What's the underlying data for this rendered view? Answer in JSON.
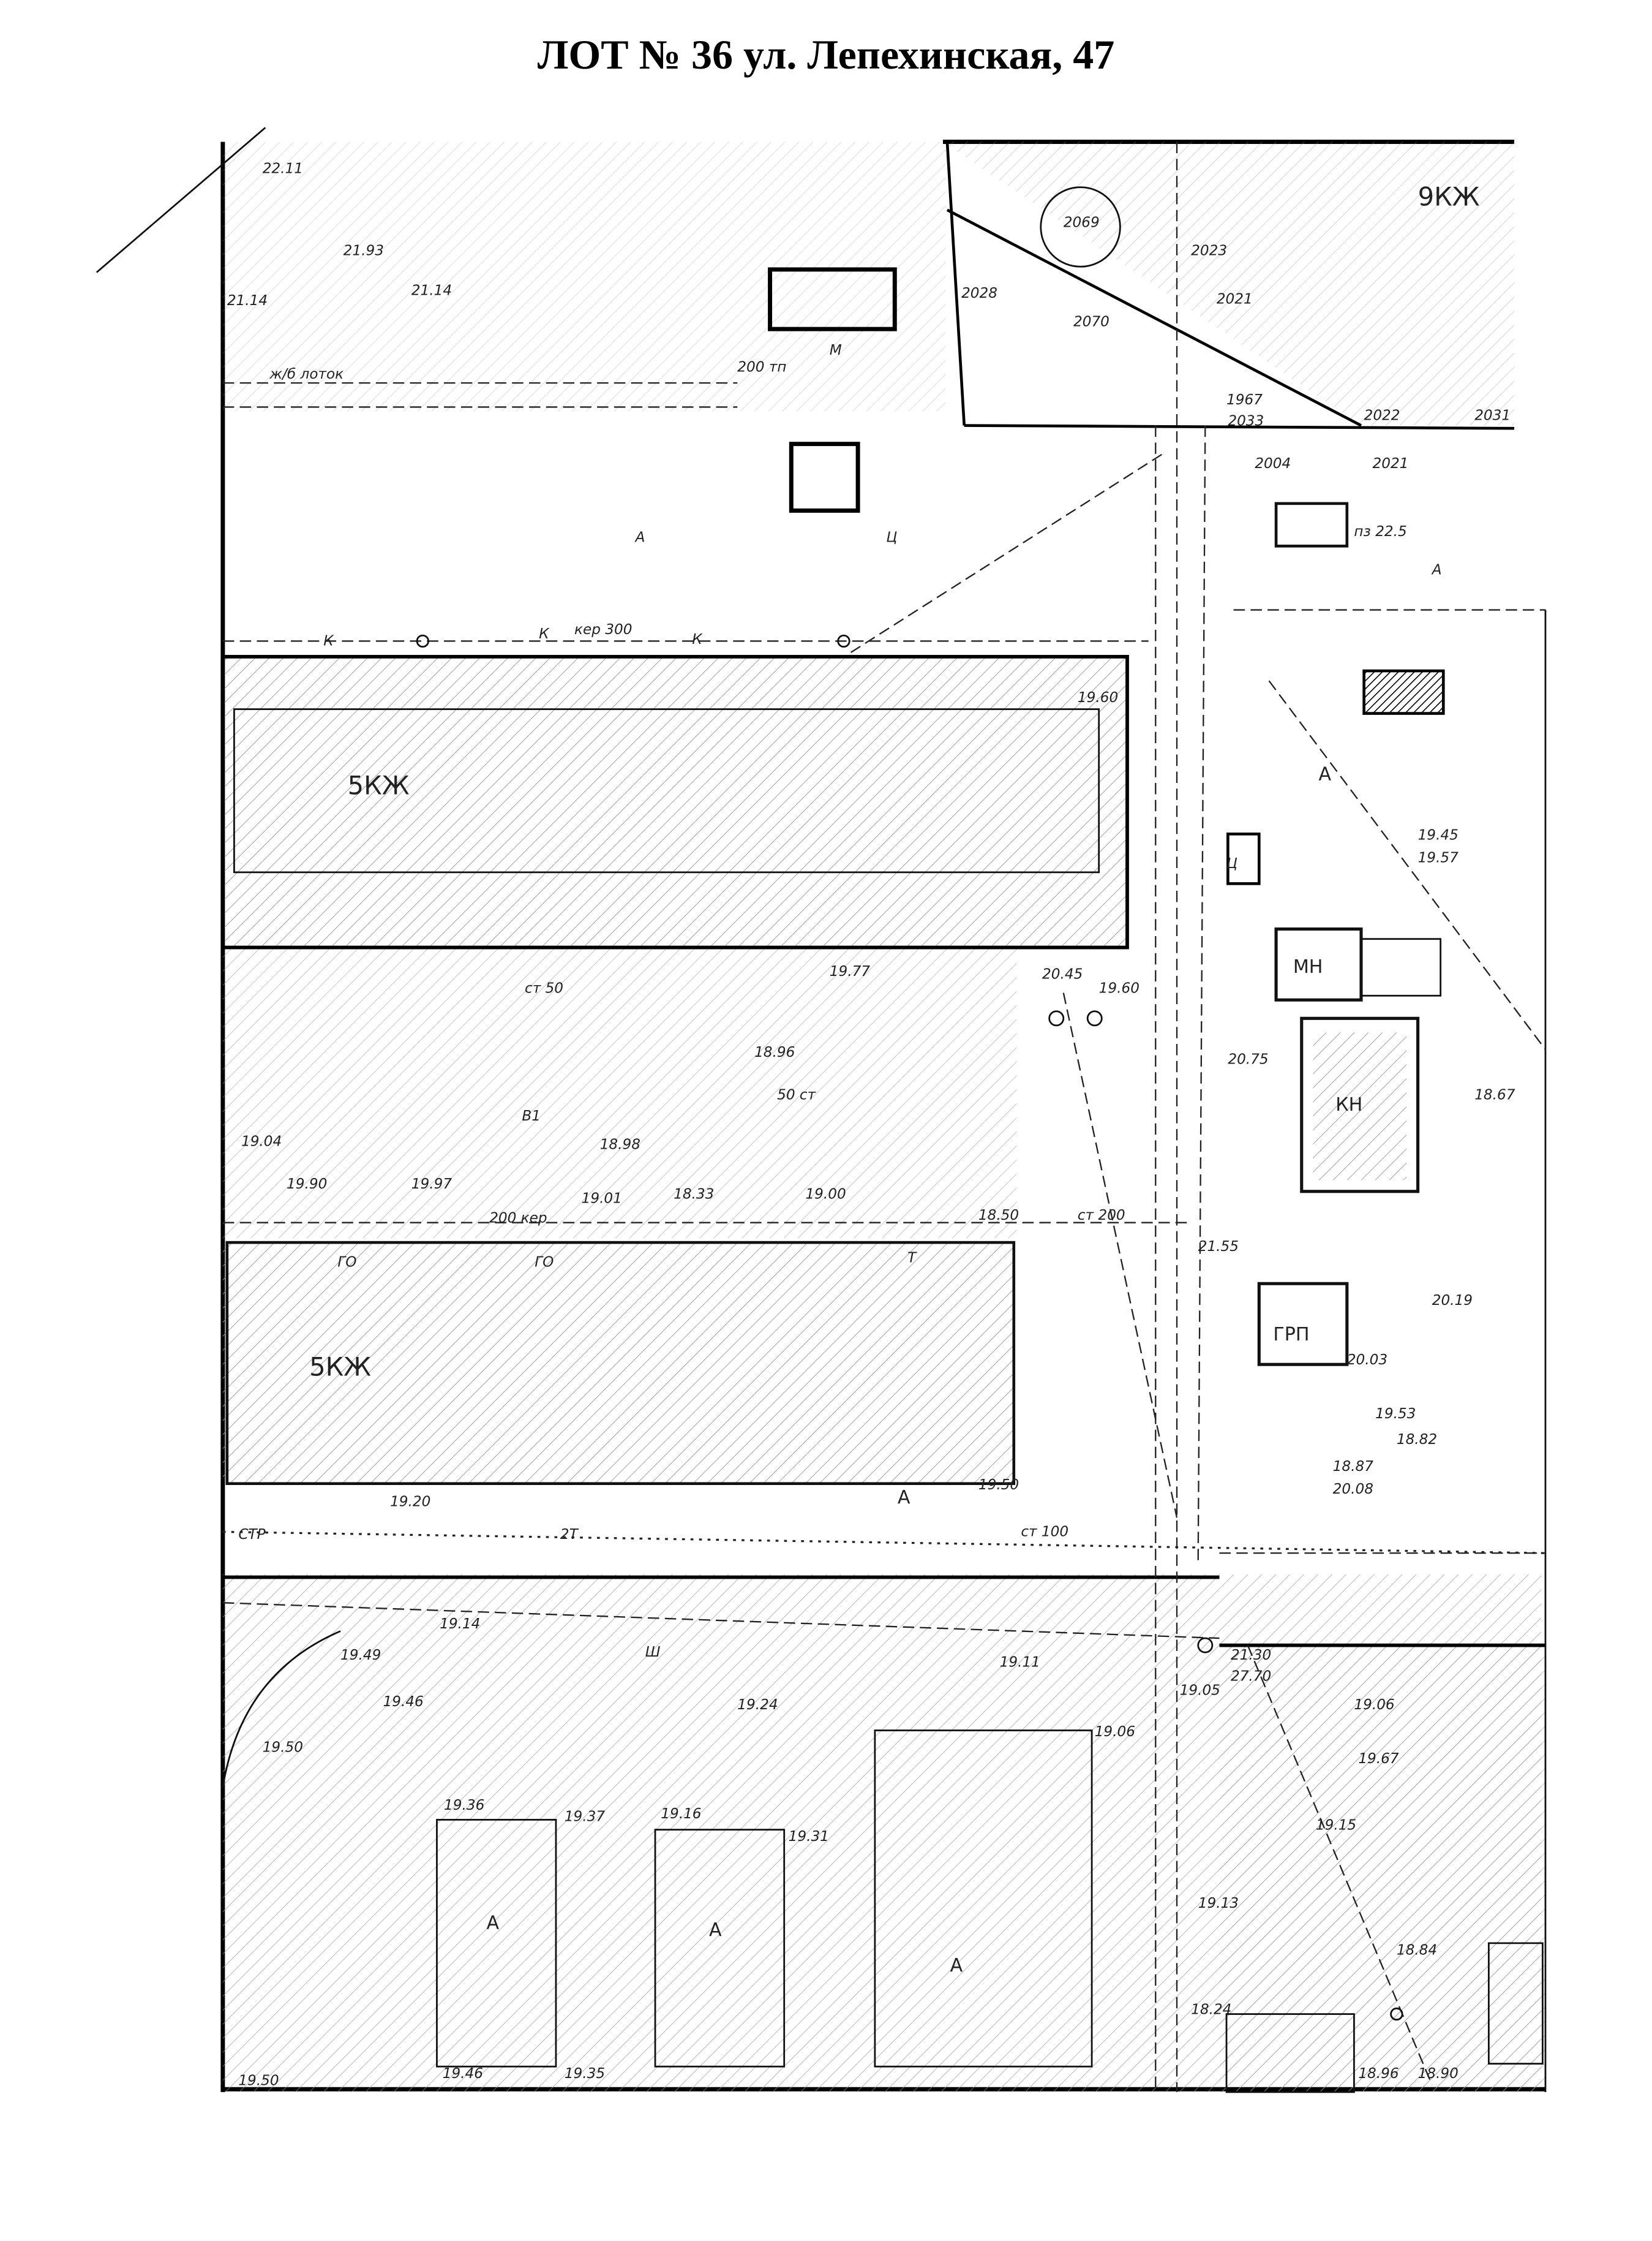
{
  "title": "ЛОТ № 36 ул. Лепехинская, 47",
  "buildings": {
    "upper_residential": "5КЖ",
    "lower_residential": "5КЖ",
    "top_right": "9КЖ",
    "mn": "МН",
    "kn": "КН",
    "grp": "ГРП"
  },
  "labels": [
    "22.11",
    "21.93",
    "21.14",
    "21.14",
    "ж/б лоток",
    "200 тп",
    "М",
    "2069",
    "2023",
    "2021",
    "2028",
    "2070",
    "1967",
    "2033",
    "2022",
    "2031",
    "2004",
    "2021",
    "пз 22.5",
    "А",
    "Ц",
    "А",
    "Ц",
    "кер 300",
    "К",
    "К",
    "К",
    "19.60",
    "19.60",
    "19.50",
    "ст 50",
    "19.77",
    "20.45",
    "50 ст",
    "18.96",
    "18.98",
    "В1",
    "19.04",
    "19.90",
    "19.97",
    "19.01",
    "18.33",
    "19.00",
    "200 кер",
    "ГО",
    "ГО",
    "Т",
    "18.50",
    "ст 200",
    "21.55",
    "20.19",
    "20.03",
    "19.53",
    "18.82",
    "18.87",
    "20.08",
    "19.20",
    "СТР",
    "2Т",
    "ст 100",
    "19.14",
    "19.49",
    "19.46",
    "19.50",
    "19.24",
    "19.11",
    "Ш",
    "19.06",
    "19.36",
    "19.37",
    "19.16",
    "19.31",
    "19.46",
    "19.35",
    "19.50",
    "18.67",
    "19.57",
    "20.75",
    "19.45",
    "А",
    "А",
    "А",
    "А",
    "А",
    "21.30",
    "27.70",
    "19.05",
    "19.06",
    "19.67",
    "19.15",
    "19.13",
    "18.96",
    "18.84",
    "18.90",
    "18.24"
  ]
}
